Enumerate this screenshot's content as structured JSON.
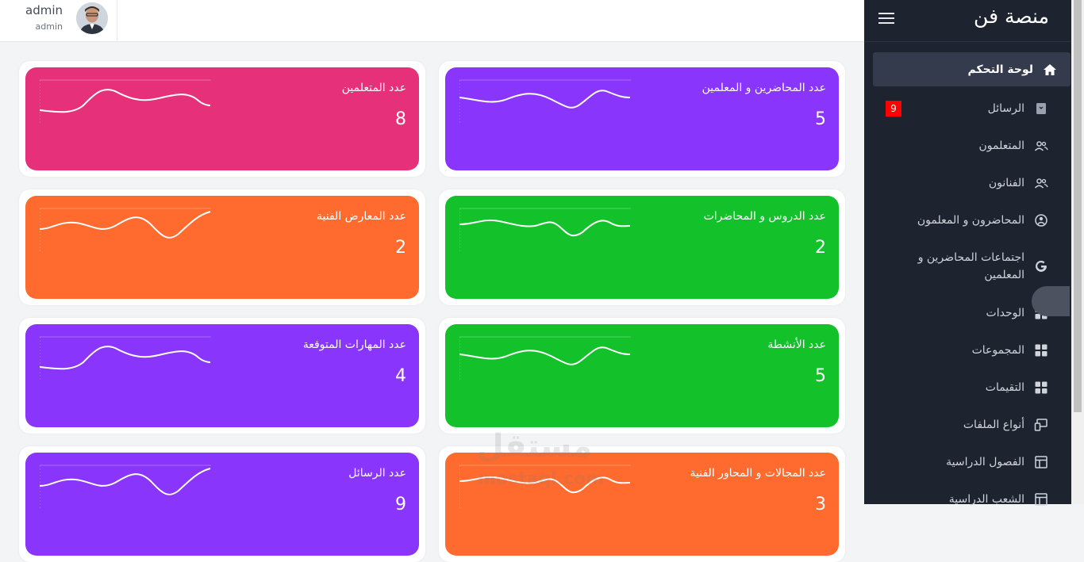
{
  "sidebar": {
    "brand": "منصة فن",
    "items": [
      {
        "label": "لوحة التحكم",
        "icon": "home-icon",
        "active": true
      },
      {
        "label": "الرسائل",
        "icon": "message-icon",
        "badge": "9"
      },
      {
        "label": "المتعلمون",
        "icon": "users-icon"
      },
      {
        "label": "الفنانون",
        "icon": "users-icon"
      },
      {
        "label": "المحاضرون و المعلمون",
        "icon": "teacher-icon"
      },
      {
        "label": "اجتماعات المحاضرين و المعلمين",
        "icon": "google-icon"
      },
      {
        "label": "الوحدات",
        "icon": "grid-icon"
      },
      {
        "label": "المجموعات",
        "icon": "grid-icon"
      },
      {
        "label": "التقيمات",
        "icon": "grid-icon"
      },
      {
        "label": "أنواع الملفات",
        "icon": "devices-icon"
      },
      {
        "label": "الفصول الدراسية",
        "icon": "layout-icon"
      },
      {
        "label": "الشعب الدراسية",
        "icon": "layout-icon"
      }
    ]
  },
  "header": {
    "user_name": "admin",
    "user_role": "admin"
  },
  "cards": [
    {
      "title": "عدد المتعلمين",
      "count": "8",
      "color": "#e6317a"
    },
    {
      "title": "عدد المحاضرين و المعلمين",
      "count": "5",
      "color": "#8a35fb"
    },
    {
      "title": "عدد المعارض الفنية",
      "count": "2",
      "color": "#ff6b2e"
    },
    {
      "title": "عدد الدروس و المحاضرات",
      "count": "2",
      "color": "#13c12a"
    },
    {
      "title": "عدد المهارات المتوقعة",
      "count": "4",
      "color": "#8a35fb"
    },
    {
      "title": "عدد الأنشطة",
      "count": "5",
      "color": "#13c12a"
    },
    {
      "title": "عدد الرسائل",
      "count": "9",
      "color": "#8a35fb"
    },
    {
      "title": "عدد المجالات و المحاور الفنية",
      "count": "3",
      "color": "#ff6b2e"
    }
  ],
  "watermark": {
    "line1": "مستقل",
    "line2": "mostaql.com"
  }
}
